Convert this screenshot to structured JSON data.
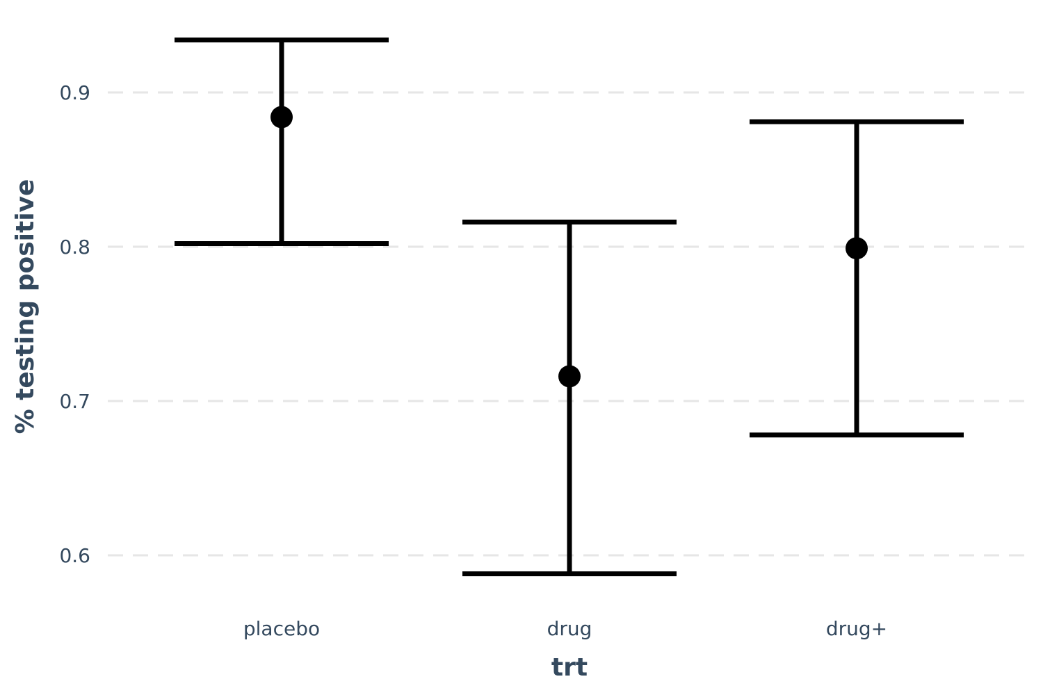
{
  "chart_data": {
    "type": "scatter",
    "subtype": "pointrange-errorbar",
    "title": "",
    "xlabel": "trt",
    "ylabel": "% testing positive",
    "categories": [
      "placebo",
      "drug",
      "drug+"
    ],
    "series": [
      {
        "values": [
          0.884,
          0.716,
          0.799
        ],
        "lower": [
          0.802,
          0.588,
          0.678
        ],
        "upper": [
          0.934,
          0.816,
          0.881
        ]
      }
    ],
    "ylim": [
      0.565,
      0.96
    ],
    "yticks": [
      0.6,
      0.7,
      0.8,
      0.9
    ],
    "ytick_labels": [
      "0.6",
      "0.7",
      "0.8",
      "0.9"
    ],
    "grid": "major y only, dashed",
    "legend": "none",
    "colors": {
      "marks": "#000000",
      "text": "#34495e",
      "grid": "#e6e6e6",
      "background": "#ffffff"
    }
  }
}
